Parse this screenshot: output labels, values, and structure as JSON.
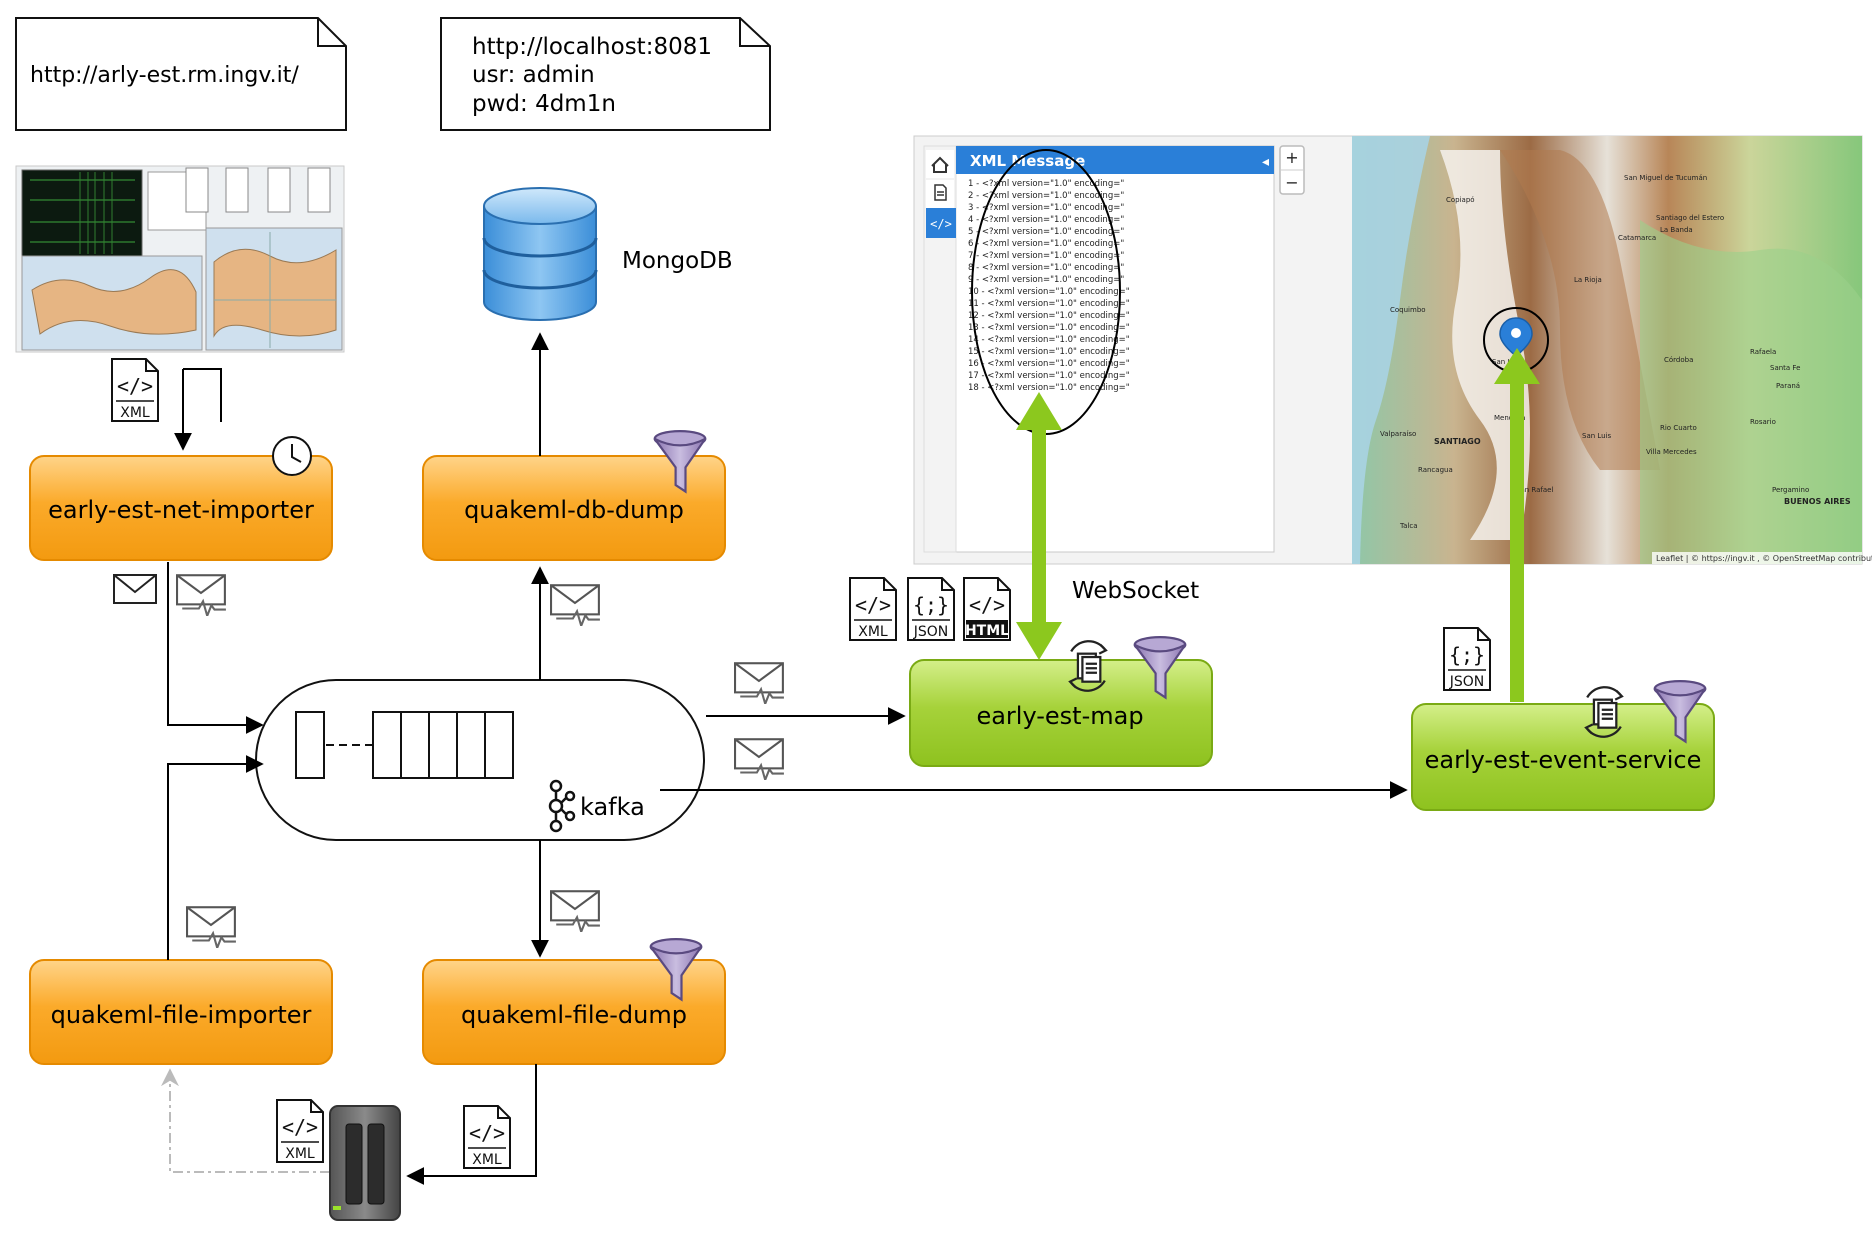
{
  "notes": {
    "url_note": {
      "text": "http://arly-est.rm.ingv.it/"
    },
    "login_note": {
      "lines": [
        "http://localhost:8081",
        "usr: admin",
        "pwd: 4dm1n"
      ]
    }
  },
  "database": {
    "label": "MongoDB"
  },
  "queue": {
    "label": "kafka"
  },
  "websocket": {
    "label": "WebSocket"
  },
  "services": {
    "net_importer": "early-est-net-importer",
    "db_dump": "quakeml-db-dump",
    "file_importer": "quakeml-file-importer",
    "file_dump": "quakeml-file-dump",
    "map": "early-est-map",
    "event_service": "early-est-event-service"
  },
  "file_badges": {
    "xml": "XML",
    "json": "JSON",
    "html": "HTML"
  },
  "map_panel": {
    "header": "XML Message",
    "lines": [
      "1 - <?xml version=\"1.0\" encoding=\"",
      "2 - <?xml version=\"1.0\" encoding=\"",
      "3 - <?xml version=\"1.0\" encoding=\"",
      "4 - <?xml version=\"1.0\" encoding=\"",
      "5 - <?xml version=\"1.0\" encoding=\"",
      "6 - <?xml version=\"1.0\" encoding=\"",
      "7 - <?xml version=\"1.0\" encoding=\"",
      "8 - <?xml version=\"1.0\" encoding=\"",
      "9 - <?xml version=\"1.0\" encoding=\"",
      "10 - <?xml version=\"1.0\" encoding=\"",
      "11 - <?xml version=\"1.0\" encoding=\"",
      "12 - <?xml version=\"1.0\" encoding=\"",
      "13 - <?xml version=\"1.0\" encoding=\"",
      "14 - <?xml version=\"1.0\" encoding=\"",
      "15 - <?xml version=\"1.0\" encoding=\"",
      "16 - <?xml version=\"1.0\" encoding=\"",
      "17 - <?xml version=\"1.0\" encoding=\"",
      "18 - <?xml version=\"1.0\" encoding=\""
    ],
    "zoom_in": "+",
    "zoom_out": "−",
    "attribution": "Leaflet | © https://ingv.it , © OpenStreetMap contributors",
    "places": [
      "San Miguel de Tucumán",
      "Santiago del Estero",
      "La Banda",
      "Catamarca",
      "La Rioja",
      "Copiapó",
      "Coquimbo",
      "Córdoba",
      "Rafaela",
      "Santa Fe",
      "Paraná",
      "Rosario",
      "Rio Cuarto",
      "Villa Mercedes",
      "San Luis",
      "SANTIAGO",
      "Valparaíso",
      "Rancagua",
      "Talca",
      "San Rafael",
      "Mendoza",
      "San Juan",
      "BUENOS AIRES",
      "Pergamino"
    ]
  },
  "colors": {
    "orange_fill": "#fbaa2a",
    "orange_edge": "#e58a00",
    "green_fill": "#a6d23a",
    "green_edge": "#7aaa14",
    "green_arrow": "#8cc81e"
  }
}
